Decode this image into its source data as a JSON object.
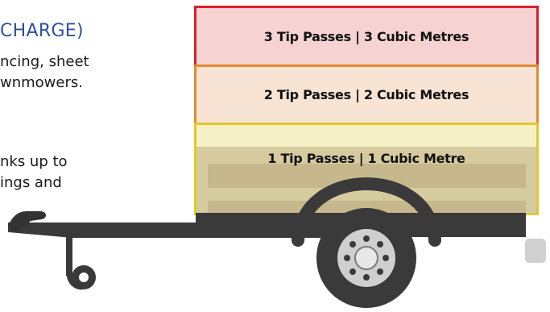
{
  "heading": "CHARGE)",
  "paragraph_1": [
    "ncing, sheet",
    "wnmowers."
  ],
  "paragraph_2": [
    "nks up to",
    "ings and"
  ],
  "tiers": [
    {
      "label": "3 Tip Passes | 3 Cubic Metres",
      "fill": "#f6d2d2",
      "border": "#d3232a"
    },
    {
      "label": "2 Tip Passes | 2 Cubic Metres",
      "fill": "#f7e4d4",
      "border": "#e58a2e"
    },
    {
      "label": "1 Tip Passes | 1 Cubic Metre",
      "fill": "#f6f0c6",
      "border": "#e4c82a"
    }
  ],
  "colors": {
    "heading_blue": "#2f4fa0",
    "trailer_bed": "#d4c9a2",
    "trailer_dark": "#3d3d3d"
  }
}
